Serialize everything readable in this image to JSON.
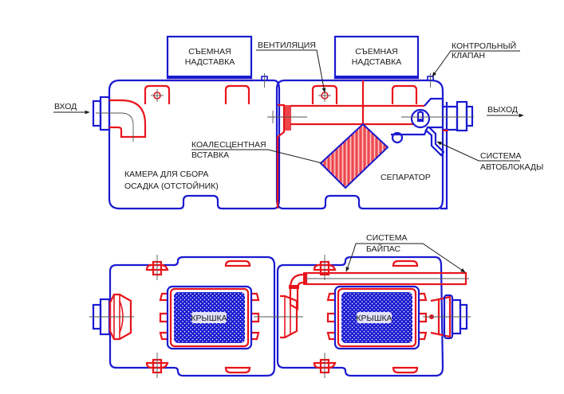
{
  "diagram": {
    "colors": {
      "body": "#1a1ad0",
      "internal": "#e8151c",
      "text": "#1a1a1a",
      "centerline": "#555555"
    },
    "side_view": {
      "labels": {
        "removable_extension_left": [
          "СЪЕМНАЯ",
          "НАДСТАВКА"
        ],
        "removable_extension_right": [
          "СЪЕМНАЯ",
          "НАДСТАВКА"
        ],
        "ventilation": "ВЕНТИЛЯЦИЯ",
        "control_valve": [
          "КОНТРОЛЬНЫЙ",
          "КЛАПАН"
        ],
        "inlet": "ВХОД",
        "outlet": "ВЫХОД",
        "coalescent_insert": [
          "КОАЛЕСЦЕНТНАЯ",
          "ВСТАВКА"
        ],
        "sediment_chamber": [
          "КАМЕРА ДЛЯ СБОРА",
          "ОСАДКА (ОТСТОЙНИК)"
        ],
        "separator": "СЕПАРАТОР",
        "autoblock_system": [
          "СИСТЕМА",
          "АВТОБЛОКАДЫ"
        ]
      }
    },
    "top_view": {
      "labels": {
        "bypass_system": [
          "СИСТЕМА",
          "БАЙПАС"
        ],
        "cover_left": "КРЫШКА",
        "cover_right": "КРЫШКА"
      }
    }
  }
}
